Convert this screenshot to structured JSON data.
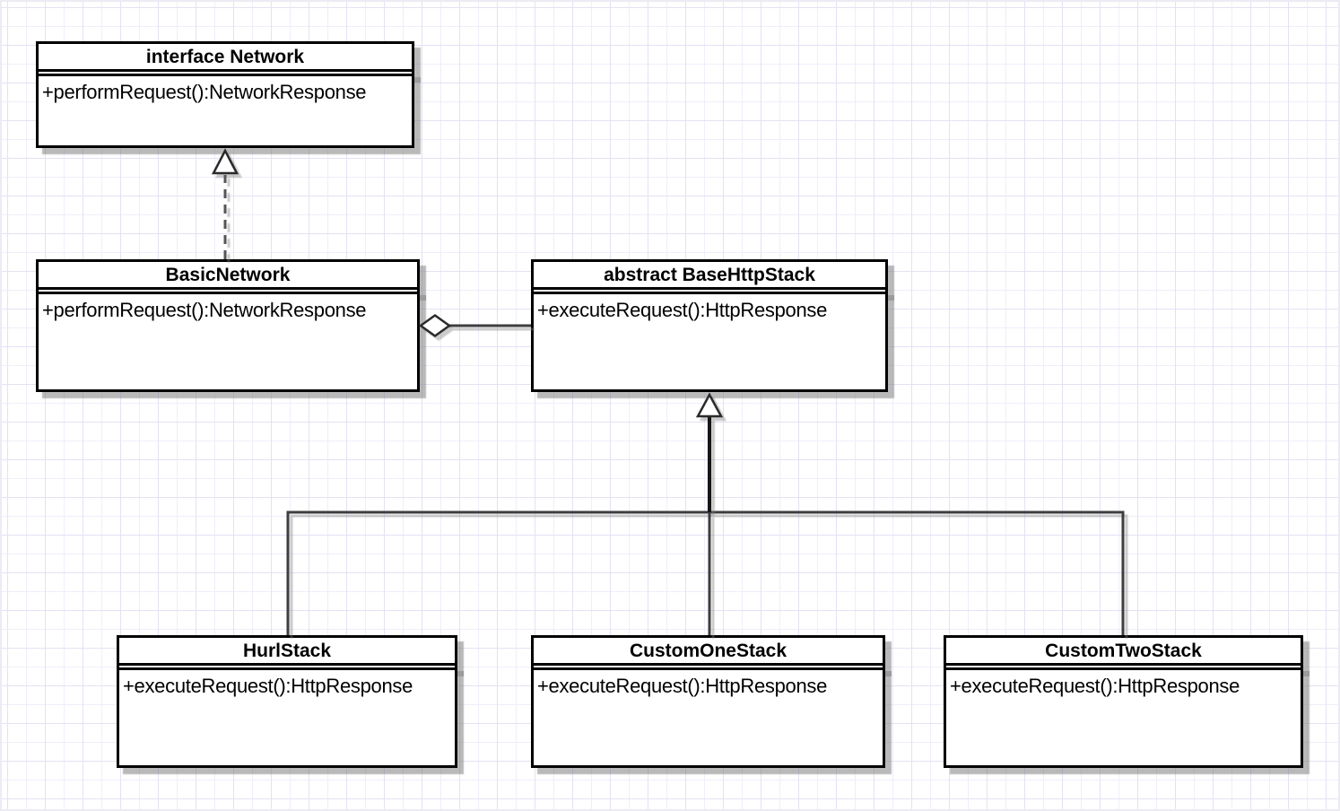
{
  "diagram": {
    "type": "uml-class-diagram",
    "nodes": [
      {
        "title": "interface Network",
        "methods": [
          "+performRequest():NetworkResponse"
        ]
      },
      {
        "title": "BasicNetwork",
        "methods": [
          "+performRequest():NetworkResponse"
        ]
      },
      {
        "title": "abstract BaseHttpStack",
        "methods": [
          "+executeRequest():HttpResponse"
        ]
      },
      {
        "title": "HurlStack",
        "methods": [
          "+executeRequest():HttpResponse"
        ]
      },
      {
        "title": "CustomOneStack",
        "methods": [
          "+executeRequest():HttpResponse"
        ]
      },
      {
        "title": "CustomTwoStack",
        "methods": [
          "+executeRequest():HttpResponse"
        ]
      }
    ],
    "edges": [
      {
        "type": "realization",
        "from": "BasicNetwork",
        "to": "interface Network",
        "marker": "hollow-triangle",
        "line": "dashed"
      },
      {
        "type": "aggregation",
        "from": "BasicNetwork",
        "to": "abstract BaseHttpStack",
        "marker": "hollow-diamond",
        "line": "solid"
      },
      {
        "type": "generalization",
        "from": "HurlStack",
        "to": "abstract BaseHttpStack",
        "marker": "hollow-triangle",
        "line": "solid"
      },
      {
        "type": "generalization",
        "from": "CustomOneStack",
        "to": "abstract BaseHttpStack",
        "marker": "hollow-triangle",
        "line": "solid"
      },
      {
        "type": "generalization",
        "from": "CustomTwoStack",
        "to": "abstract BaseHttpStack",
        "marker": "hollow-triangle",
        "line": "solid"
      }
    ],
    "colors": {
      "node_fill": "#ffffff",
      "node_stroke": "#000000",
      "connector": "#3d3d3d",
      "grid_minor": "#efeefa",
      "grid_major": "#e3e2f4",
      "canvas_bg": "#ffffff"
    }
  }
}
